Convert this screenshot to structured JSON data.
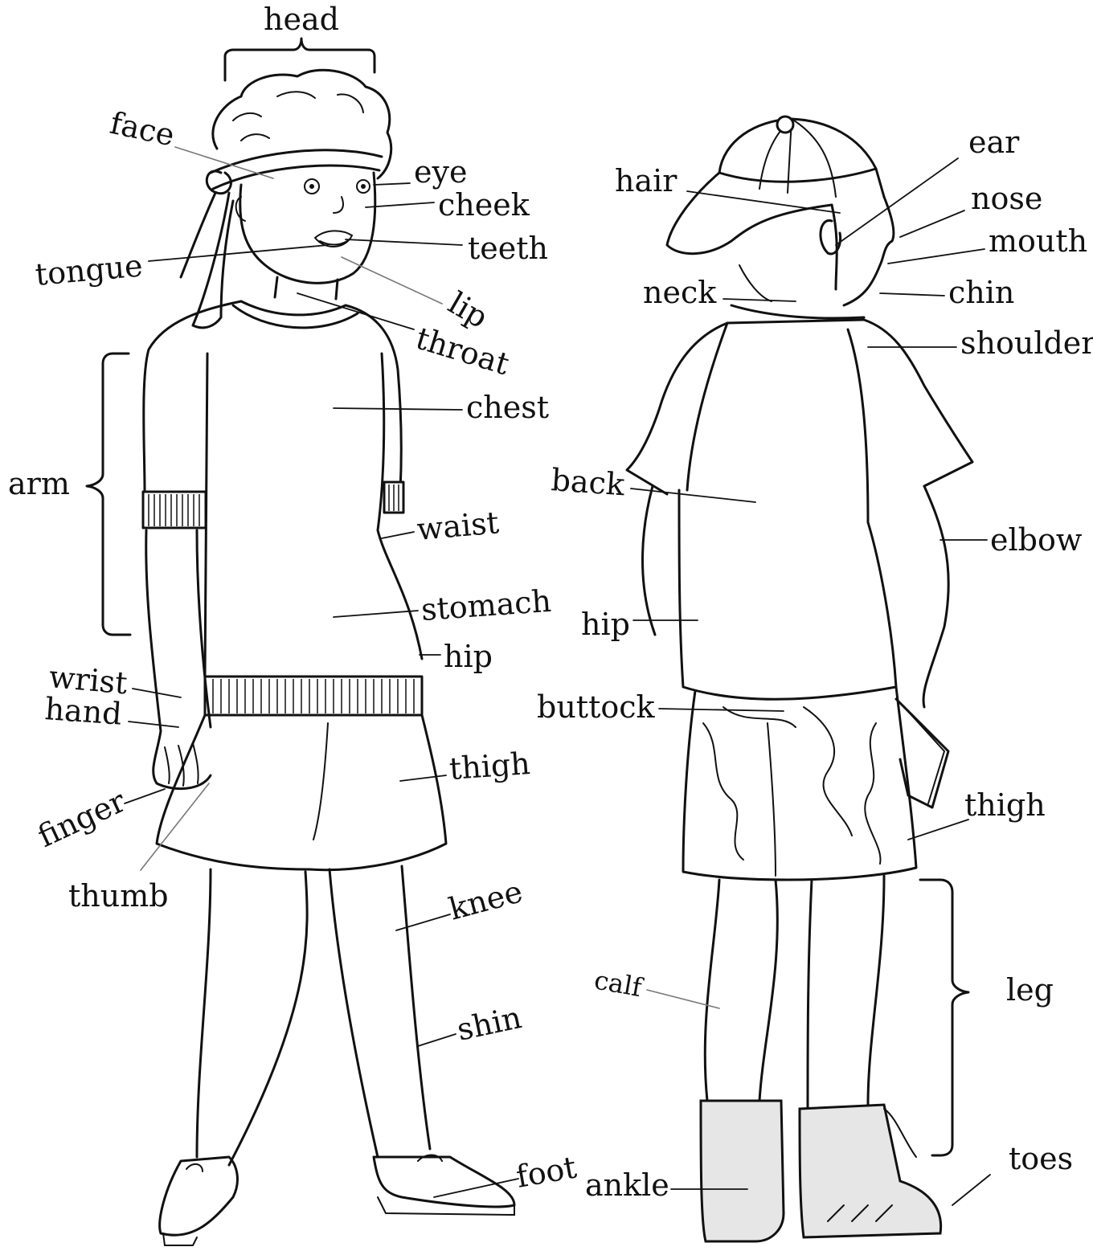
{
  "labels": {
    "head": "head",
    "face": "face",
    "eye": "eye",
    "cheek": "cheek",
    "teeth": "teeth",
    "tongue": "tongue",
    "lip": "lip",
    "throat": "throat",
    "chest": "chest",
    "arm": "arm",
    "waist": "waist",
    "stomach": "stomach",
    "hip_front": "hip",
    "wrist": "wrist",
    "hand": "hand",
    "thigh_front": "thigh",
    "finger": "finger",
    "thumb": "thumb",
    "knee": "knee",
    "shin": "shin",
    "foot": "foot",
    "hair": "hair",
    "ear": "ear",
    "nose": "nose",
    "mouth": "mouth",
    "neck": "neck",
    "chin": "chin",
    "shoulder": "shoulder",
    "back": "back",
    "elbow": "elbow",
    "hip_back": "hip",
    "buttock": "buttock",
    "thigh_back": "thigh",
    "calf": "calf",
    "leg": "leg",
    "ankle": "ankle",
    "toes": "toes"
  }
}
